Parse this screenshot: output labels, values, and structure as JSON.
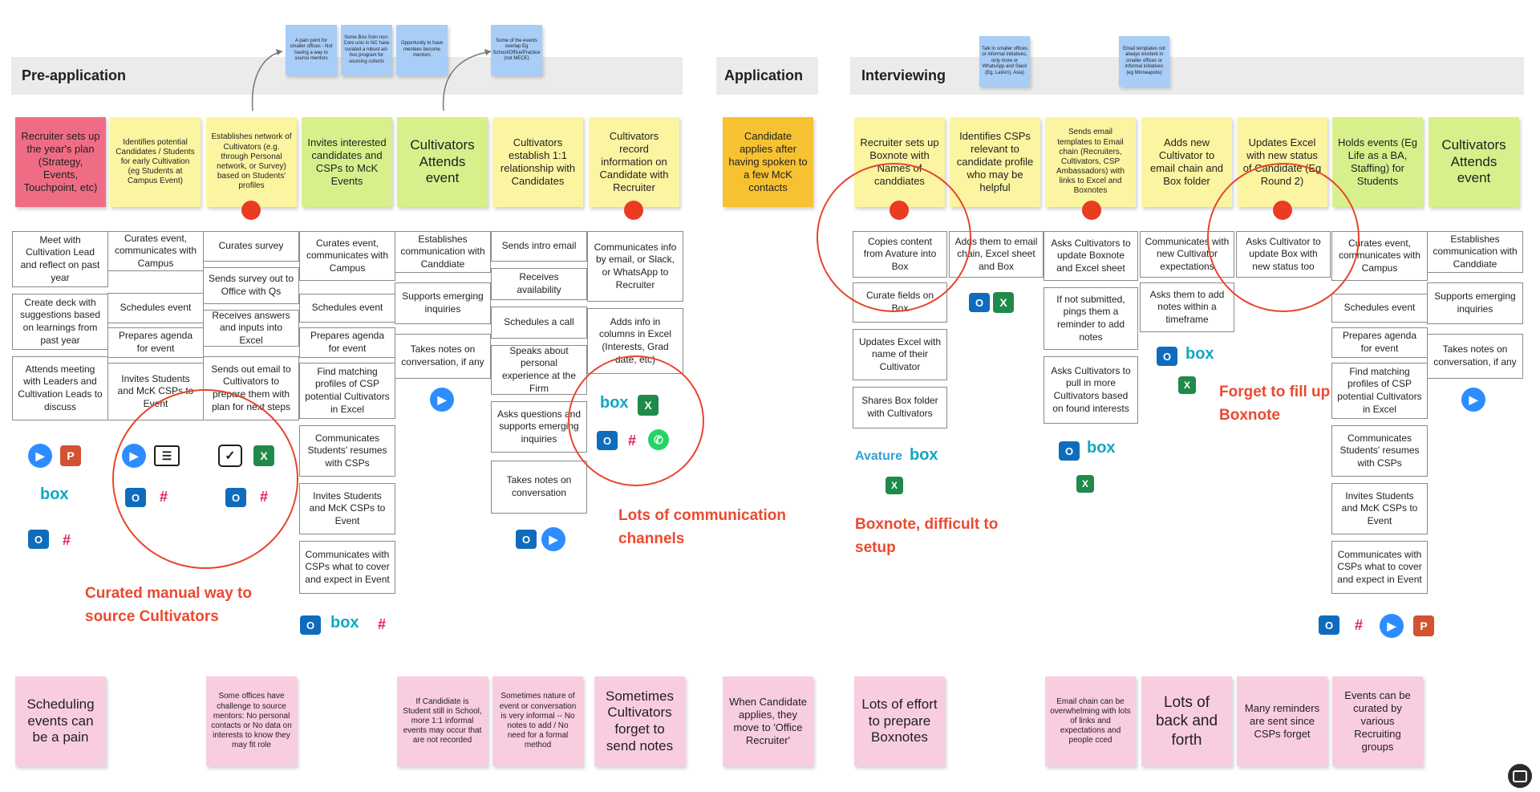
{
  "phases": {
    "pre": "Pre-application",
    "app": "Application",
    "int": "Interviewing"
  },
  "blue": [
    "A pain point for smaller offices - Not having a way to source mentors",
    "Some BAs from non-Core unis in NC have curated a robust ad-hoc program for sourcing cohorts",
    "Opportunity to have mentees become mentors",
    "Some of the events overlap Eg School/Office/Practice (not MECE)",
    "Talk in smaller offices or informal initiatives, only more or WhatsApp and Slack (Eg, LatAm), Asia)",
    "Email templates not always existent in smaller offices or informal initiatives (eg Minneapolis)"
  ],
  "headers": [
    "Recruiter sets up the year's plan (Strategy, Events, Touchpoint, etc)",
    "Identifies potential Candidates / Students for early Cultivation (eg Students at Campus Event)",
    "Establishes network of Cultivators (e.g. through Personal network, or Survey) based on Students' profiles",
    "Invites interested candidates and CSPs to McK Events",
    "Cultivators Attends event",
    "Cultivators establish 1:1 relationship with Candidates",
    "Cultivators record information on Candidate with Recruiter",
    "Candidate applies after having spoken to a few McK contacts",
    "Recruiter sets up Boxnote with Names of canddiates",
    "Identifies CSPs relevant to candidate profile who may be helpful",
    "Sends email templates to Email chain (Recruiters, Cultivators, CSP Ambassadors) with links to Excel and Boxnotes",
    "Adds new Cultivator to email chain and Box folder",
    "Updates Excel with new status of Candidate (Eg Round 2)",
    "Holds events (Eg Life as a BA, Staffing) for Students",
    "Cultivators Attends event"
  ],
  "c1": [
    "Meet with Cultivation Lead and reflect on past year",
    "Create deck with suggestions based on learnings from past year",
    "Attends meeting with Leaders and Cultivation Leads to discuss"
  ],
  "c2": [
    "Curates event, communicates with Campus",
    "Schedules event",
    "Prepares agenda for event",
    "Invites Students and McK CSPs to Event"
  ],
  "c3": [
    "Curates survey",
    "Sends survey out to Office with Qs",
    "Receives answers and inputs into Excel",
    "Sends out email to Cultivators to prepare them with plan for next steps"
  ],
  "c4": [
    "Curates event, communicates with Campus",
    "Schedules event",
    "Prepares agenda for event",
    "Find matching profiles of CSP potential Cultivators in Excel",
    "Communicates Students' resumes with CSPs",
    "Invites Students and McK CSPs to Event",
    "Communicates with CSPs what to cover and expect in Event"
  ],
  "c5": [
    "Establishes communication with Canddiate",
    "Supports emerging inquiries",
    "Takes notes on conversation, if any"
  ],
  "c6": [
    "Sends intro email",
    "Receives availability",
    "Schedules a call",
    "Speaks about personal experience at the Firm",
    "Asks questions and supports emerging inquiries",
    "Takes notes on conversation"
  ],
  "c7": [
    "Communicates info by email, or Slack, or WhatsApp to Recruiter",
    "Adds info in columns in Excel (Interests, Grad date, etc)"
  ],
  "c9": [
    "Copies content from Avature into Box",
    "Curate fields on Box",
    "Updates Excel with name of their Cultivator",
    "Shares Box folder with Cultivators"
  ],
  "c10": [
    "Adds them to email chain, Excel sheet and Box"
  ],
  "c11": [
    "Asks Cultivators to update Boxnote and Excel sheet",
    "If not submitted, pings them a reminder to add notes",
    "Asks Cultivators to pull in more Cultivators based on found interests"
  ],
  "c12": [
    "Communicates with new Cultivator expectations",
    "Asks them to add notes within a timeframe"
  ],
  "c13": [
    "Asks Cultivator to update Box with new status too"
  ],
  "c14": [
    "Curates event, communicates with Campus",
    "Schedules event",
    "Prepares agenda for event",
    "Find matching profiles of CSP potential Cultivators in Excel",
    "Communicates Students' resumes with CSPs",
    "Invites Students and McK CSPs to Event",
    "Communicates with CSPs what to cover and expect in Event"
  ],
  "c15": [
    "Establishes communication with Canddiate",
    "Supports emerging inquiries",
    "Takes notes on conversation, if any"
  ],
  "notes": [
    "Curated manual way to source Cultivators",
    "Lots of communication channels",
    "Boxnote, difficult to setup",
    "Forget to fill up Boxnote"
  ],
  "pains": [
    "Scheduling events can be a pain",
    "Some offices have challenge to source mentors: No personal contacts or No data on interests to know they may fit role",
    "If Candidiate is Student still in School, more 1:1 informal events may occur that are not recorded",
    "Sometimes nature of event or conversation is very informal -- No notes to add / No need for a formal method",
    "Sometimes Cultivators forget to send notes",
    "When Candidate applies, they move to 'Office Recruiter'",
    "Lots of effort to prepare Boxnotes",
    "Email chain can be overwhelming with lots of links and expectations and people cced",
    "Lots of back and forth",
    "Many reminders are sent since CSPs forget",
    "Events can be curated by various Recruiting groups"
  ],
  "brand": {
    "box": "box",
    "avature": "Avature"
  },
  "icons": {
    "zoom": "zoom-icon",
    "outlook": "outlook-icon",
    "excel": "excel-icon",
    "powerpoint": "powerpoint-icon",
    "slack": "slack-icon",
    "whatsapp": "whatsapp-icon",
    "box": "box-logo",
    "avature": "avature-logo",
    "idcard": "id-card-icon",
    "survey": "survey-icon"
  },
  "colors": {
    "yellow": "#fbf5a1",
    "green": "#d7f08c",
    "red": "#ef6d84",
    "orange": "#f7c232",
    "pink": "#f9cde0",
    "blue": "#a8cdf7",
    "marker": "#ea3b23"
  }
}
